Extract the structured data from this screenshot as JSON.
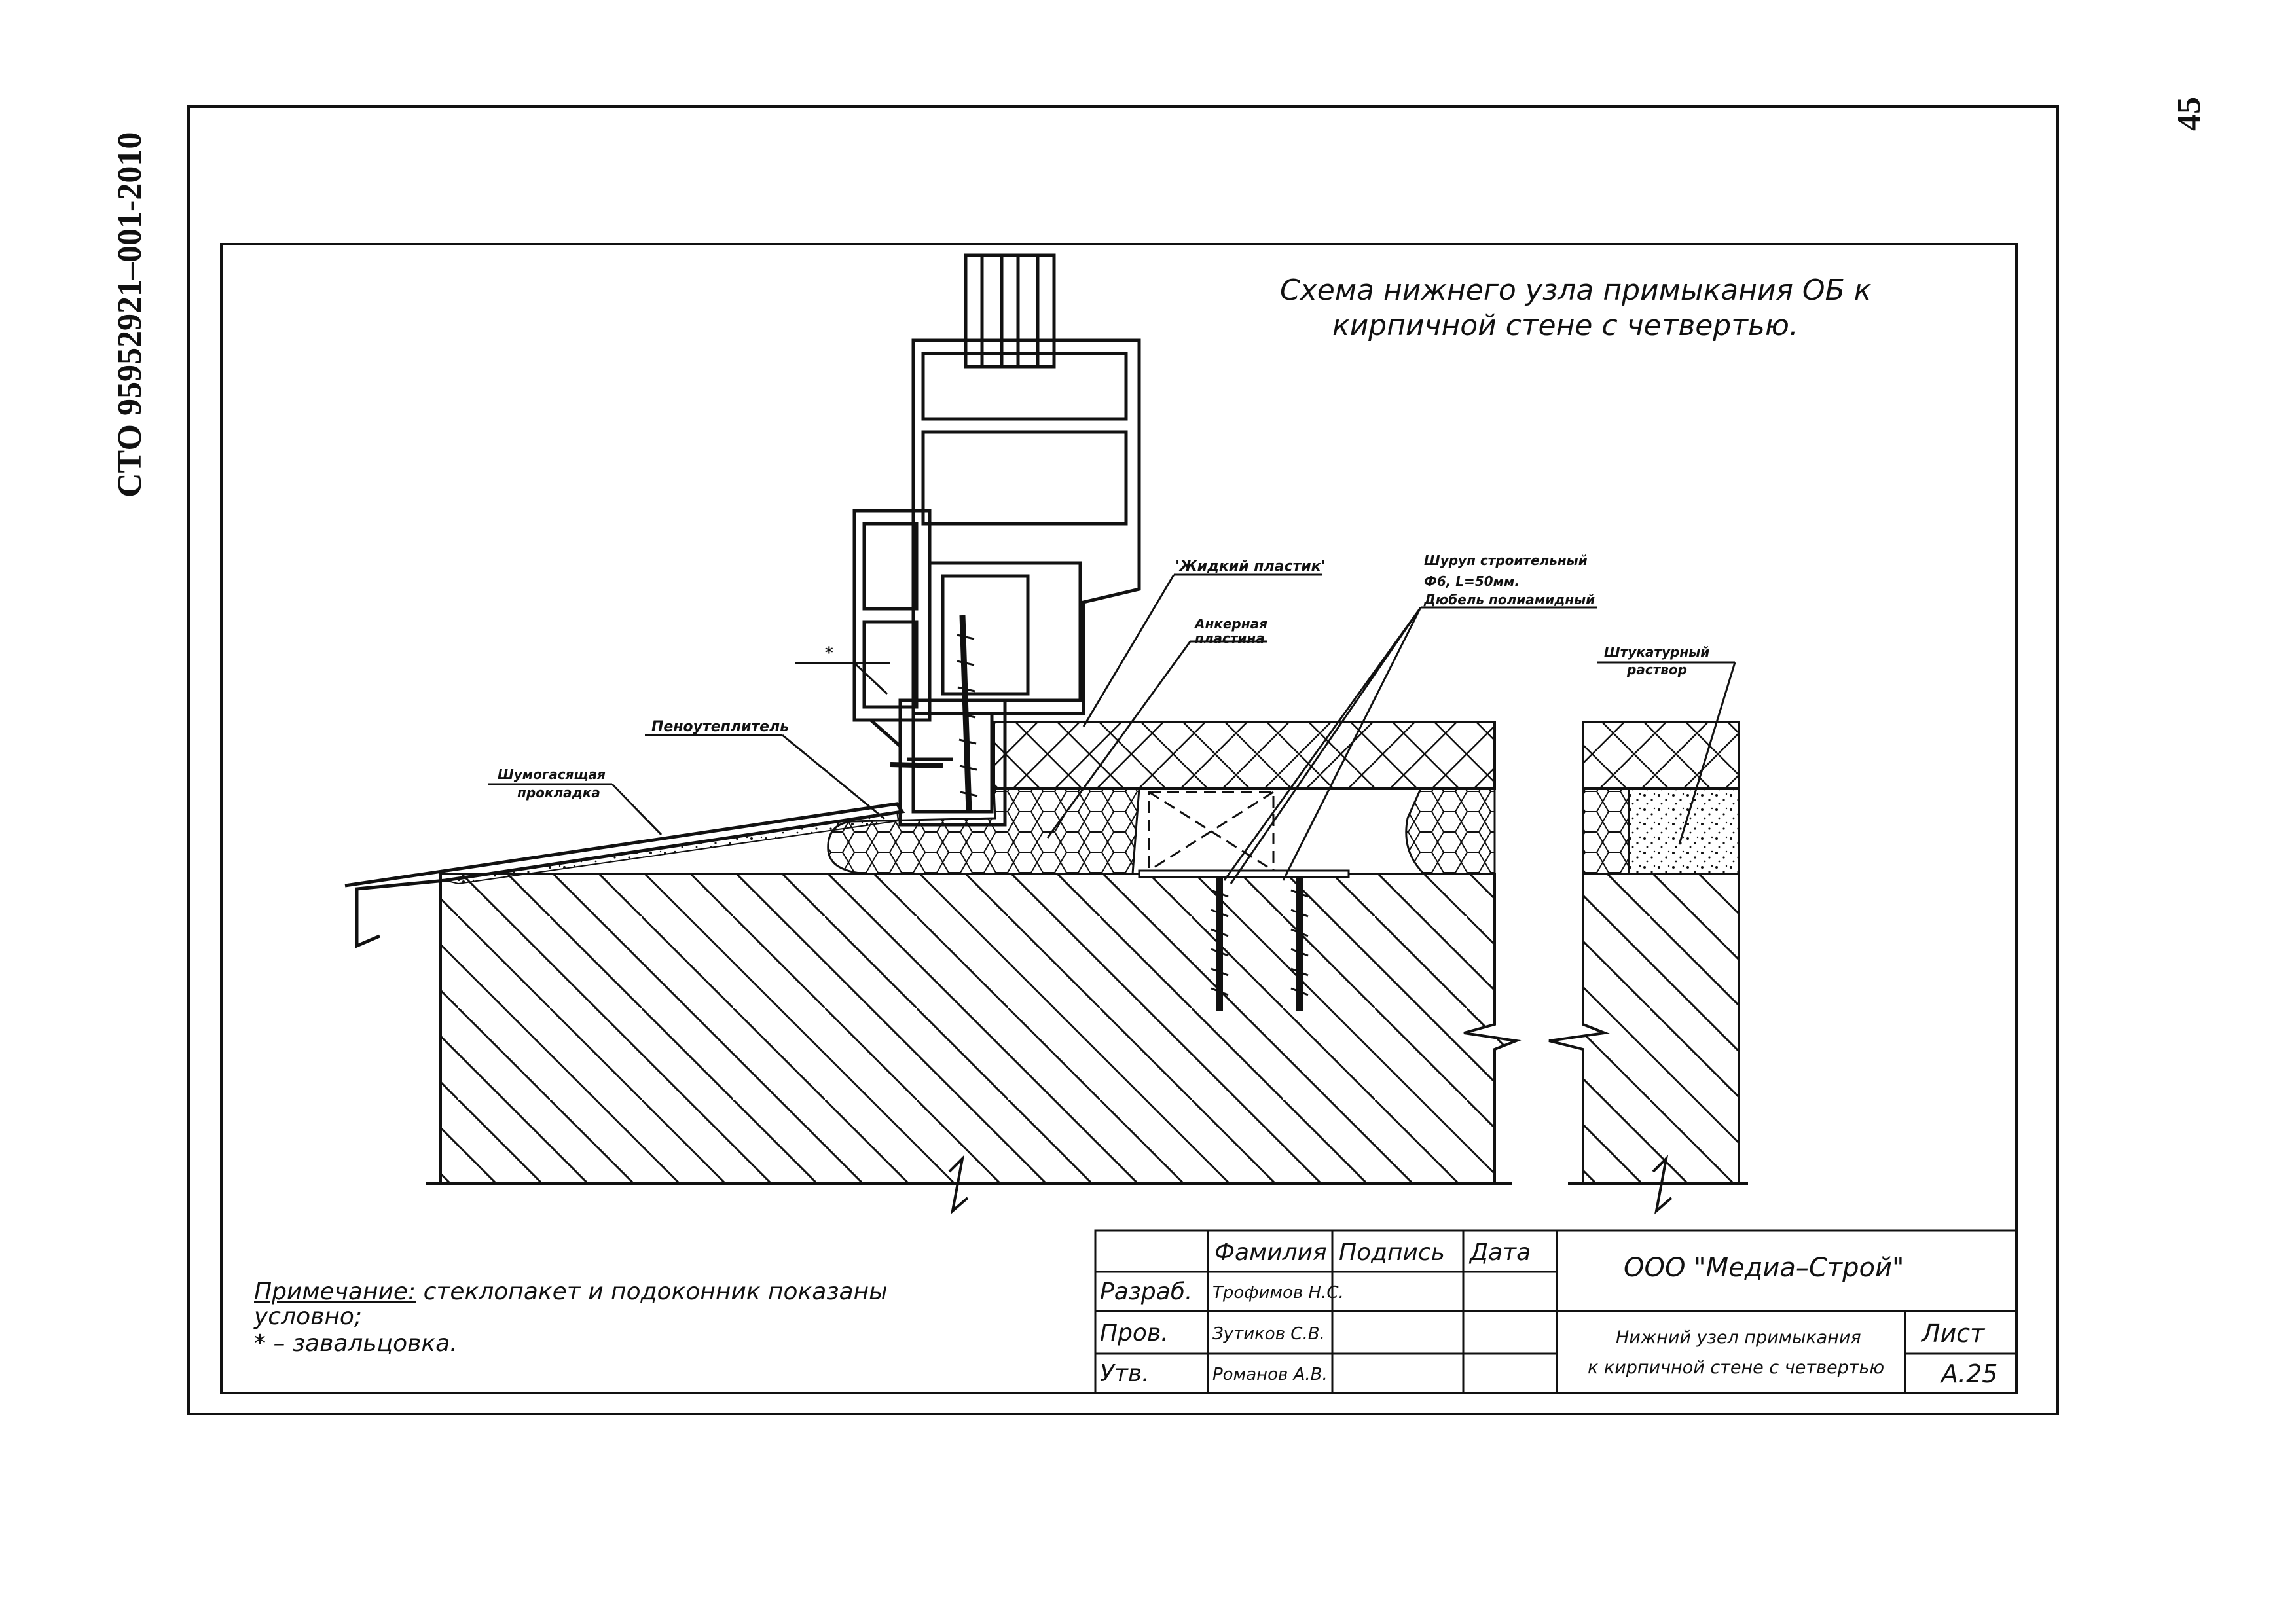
{
  "page": {
    "doc_code": "СТО 95952921–001-2010",
    "page_number": "45"
  },
  "drawing": {
    "title_line1": "Схема нижнего узла примыкания ОБ к",
    "title_line2": "кирпичной стене с четвертью.",
    "labels": {
      "liquid_plastic": "'Жидкий пластик'",
      "screw_line1": "Шуруп строительный",
      "screw_line2": "Ф6, L=50мм.",
      "screw_line3": "Дюбель полиамидный",
      "anchor_line1": "Анкерная",
      "anchor_line2": "пластина",
      "plaster_line1": "Штукатурный",
      "plaster_line2": "раствор",
      "asterisk": "*",
      "foam": "Пеноутеплитель",
      "damper_line1": "Шумогасящая",
      "damper_line2": "прокладка"
    }
  },
  "note": {
    "label": "Примечание:",
    "line1": " стеклопакет и подоконник показаны",
    "line2": "условно;",
    "line3": "* – завальцовка."
  },
  "title_block": {
    "headers": {
      "surname": "Фамилия",
      "signature": "Подпись",
      "date": "Дата"
    },
    "rows": [
      {
        "role": "Разраб.",
        "name": "Трофимов Н.С."
      },
      {
        "role": "Пров.",
        "name": "Зутиков С.В."
      },
      {
        "role": "Утв.",
        "name": "Романов А.В."
      }
    ],
    "company": "ООО \"Медиа–Строй\"",
    "doc_title_line1": "Нижний узел примыкания",
    "doc_title_line2": "к кирпичной стене с четвертью",
    "sheet_label": "Лист",
    "sheet_value": "А.25"
  }
}
